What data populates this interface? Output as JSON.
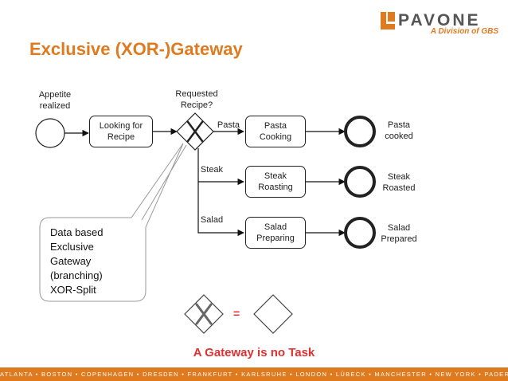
{
  "brand": {
    "logo_word": "PAVONE",
    "logo_subtitle": "A Division of GBS",
    "logo_color": "#e07a1f"
  },
  "slide": {
    "title": "Exclusive (XOR-)Gateway",
    "title_color": "#e07a1f"
  },
  "diagram": {
    "start_event_label": "Appetite\nrealized",
    "task_looking": "Looking for\nRecipe",
    "gateway_label": "Requested\nRecipe?",
    "flows": {
      "pasta": "Pasta",
      "steak": "Steak",
      "salad": "Salad"
    },
    "tasks": {
      "pasta": "Pasta\nCooking",
      "steak": "Steak\nRoasting",
      "salad": "Salad\nPreparing"
    },
    "end_events": {
      "pasta": "Pasta\ncooked",
      "steak": "Steak\nRoasted",
      "salad": "Salad\nPrepared"
    }
  },
  "callout": {
    "text": "Data based\nExclusive\nGateway\n(branching)\nXOR-Split"
  },
  "equivalence": {
    "symbol": "=",
    "tagline": "A Gateway is no Task",
    "color": "#e03030"
  },
  "footer": {
    "cities": "ATLANTA • BOSTON • COPENHAGEN • DRESDEN • FRANKFURT • KARLSRUHE • LONDON • LÜBECK • MANCHESTER • NEW YORK • PADERBORN • TORONTO • VARNA",
    "color": "#e07a1f"
  }
}
